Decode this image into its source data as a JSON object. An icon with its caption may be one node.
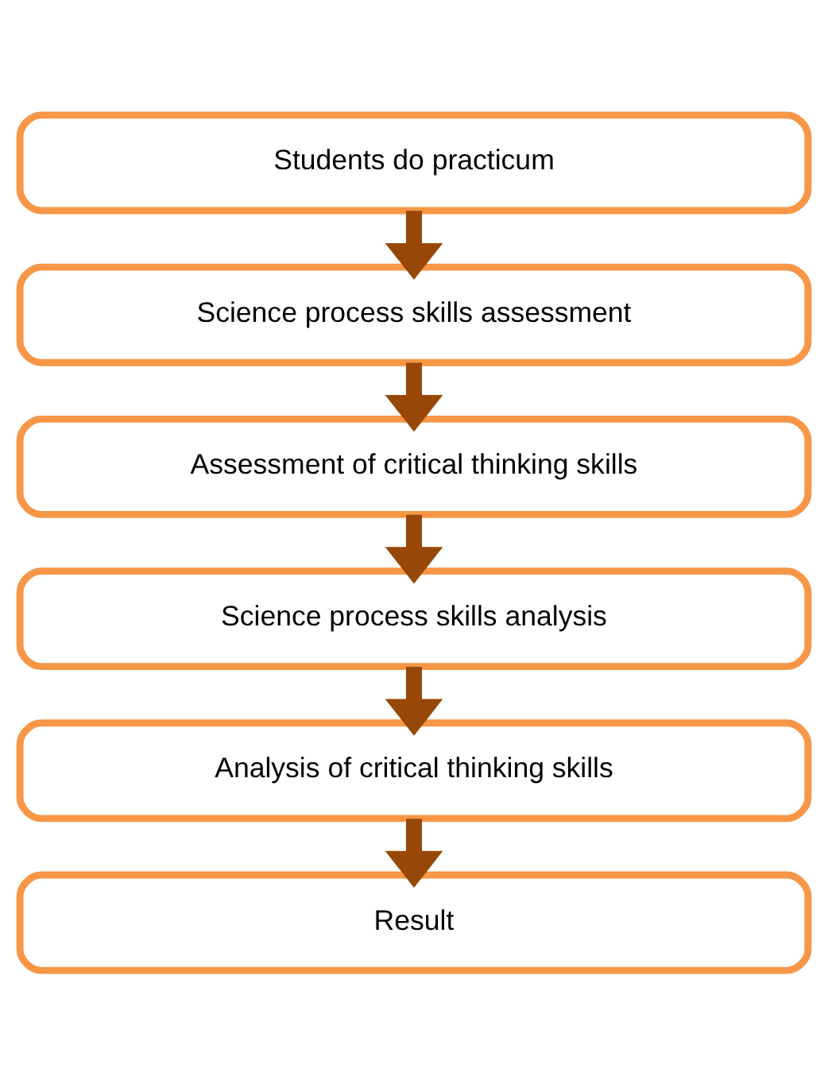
{
  "diagram": {
    "nodes": [
      {
        "text": [
          "Students do practicum"
        ]
      },
      {
        "text": [
          "Science process skills assessment"
        ]
      },
      {
        "text": [
          "Assessment of critical thinking skills"
        ]
      },
      {
        "text": [
          "Science process skills analysis"
        ]
      },
      {
        "text": [
          "Analysis of critical thinking skills"
        ]
      },
      {
        "text": [
          "Result"
        ]
      }
    ],
    "edges": [
      {
        "from": 0,
        "to": 1,
        "arrow": "to"
      },
      {
        "from": 1,
        "to": 2,
        "arrow": "to"
      },
      {
        "from": 2,
        "to": 3,
        "arrow": "to"
      },
      {
        "from": 3,
        "to": 4,
        "arrow": "to"
      },
      {
        "from": 4,
        "to": 5,
        "arrow": "to"
      }
    ]
  }
}
